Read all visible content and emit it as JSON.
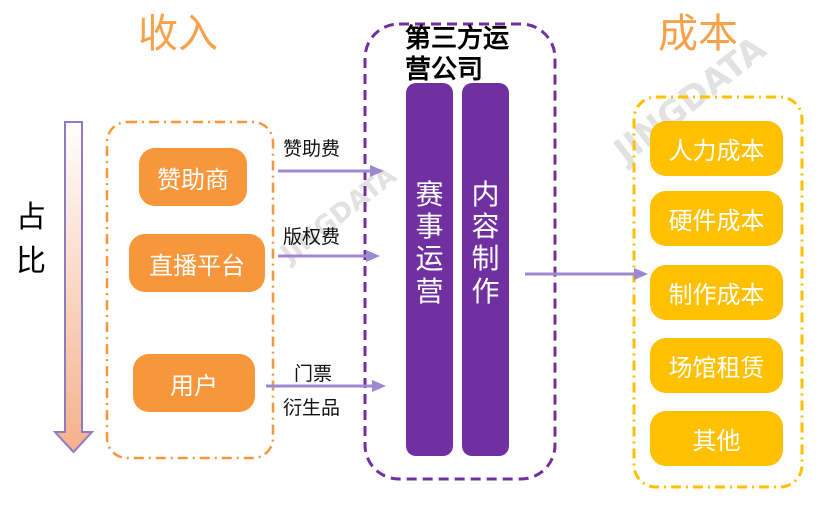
{
  "revenue": {
    "title": "收入",
    "items": [
      "赞助商",
      "直播平台",
      "用户"
    ]
  },
  "flows": {
    "sponsor_fee": "赞助费",
    "copyright_fee": "版权费",
    "tickets": "门票",
    "merch": "衍生品"
  },
  "company": {
    "title": "第三方运营公司",
    "event_ops": "赛事运营",
    "content": "内容制作"
  },
  "cost": {
    "title": "成本",
    "items": [
      "人力成本",
      "硬件成本",
      "制作成本",
      "场馆租赁",
      "其他"
    ]
  },
  "ratio_label": "占比",
  "colors": {
    "orange": "#F7963A",
    "yellow": "#FFC000",
    "purple": "#7030A0",
    "arrow": "#9E88D0"
  }
}
